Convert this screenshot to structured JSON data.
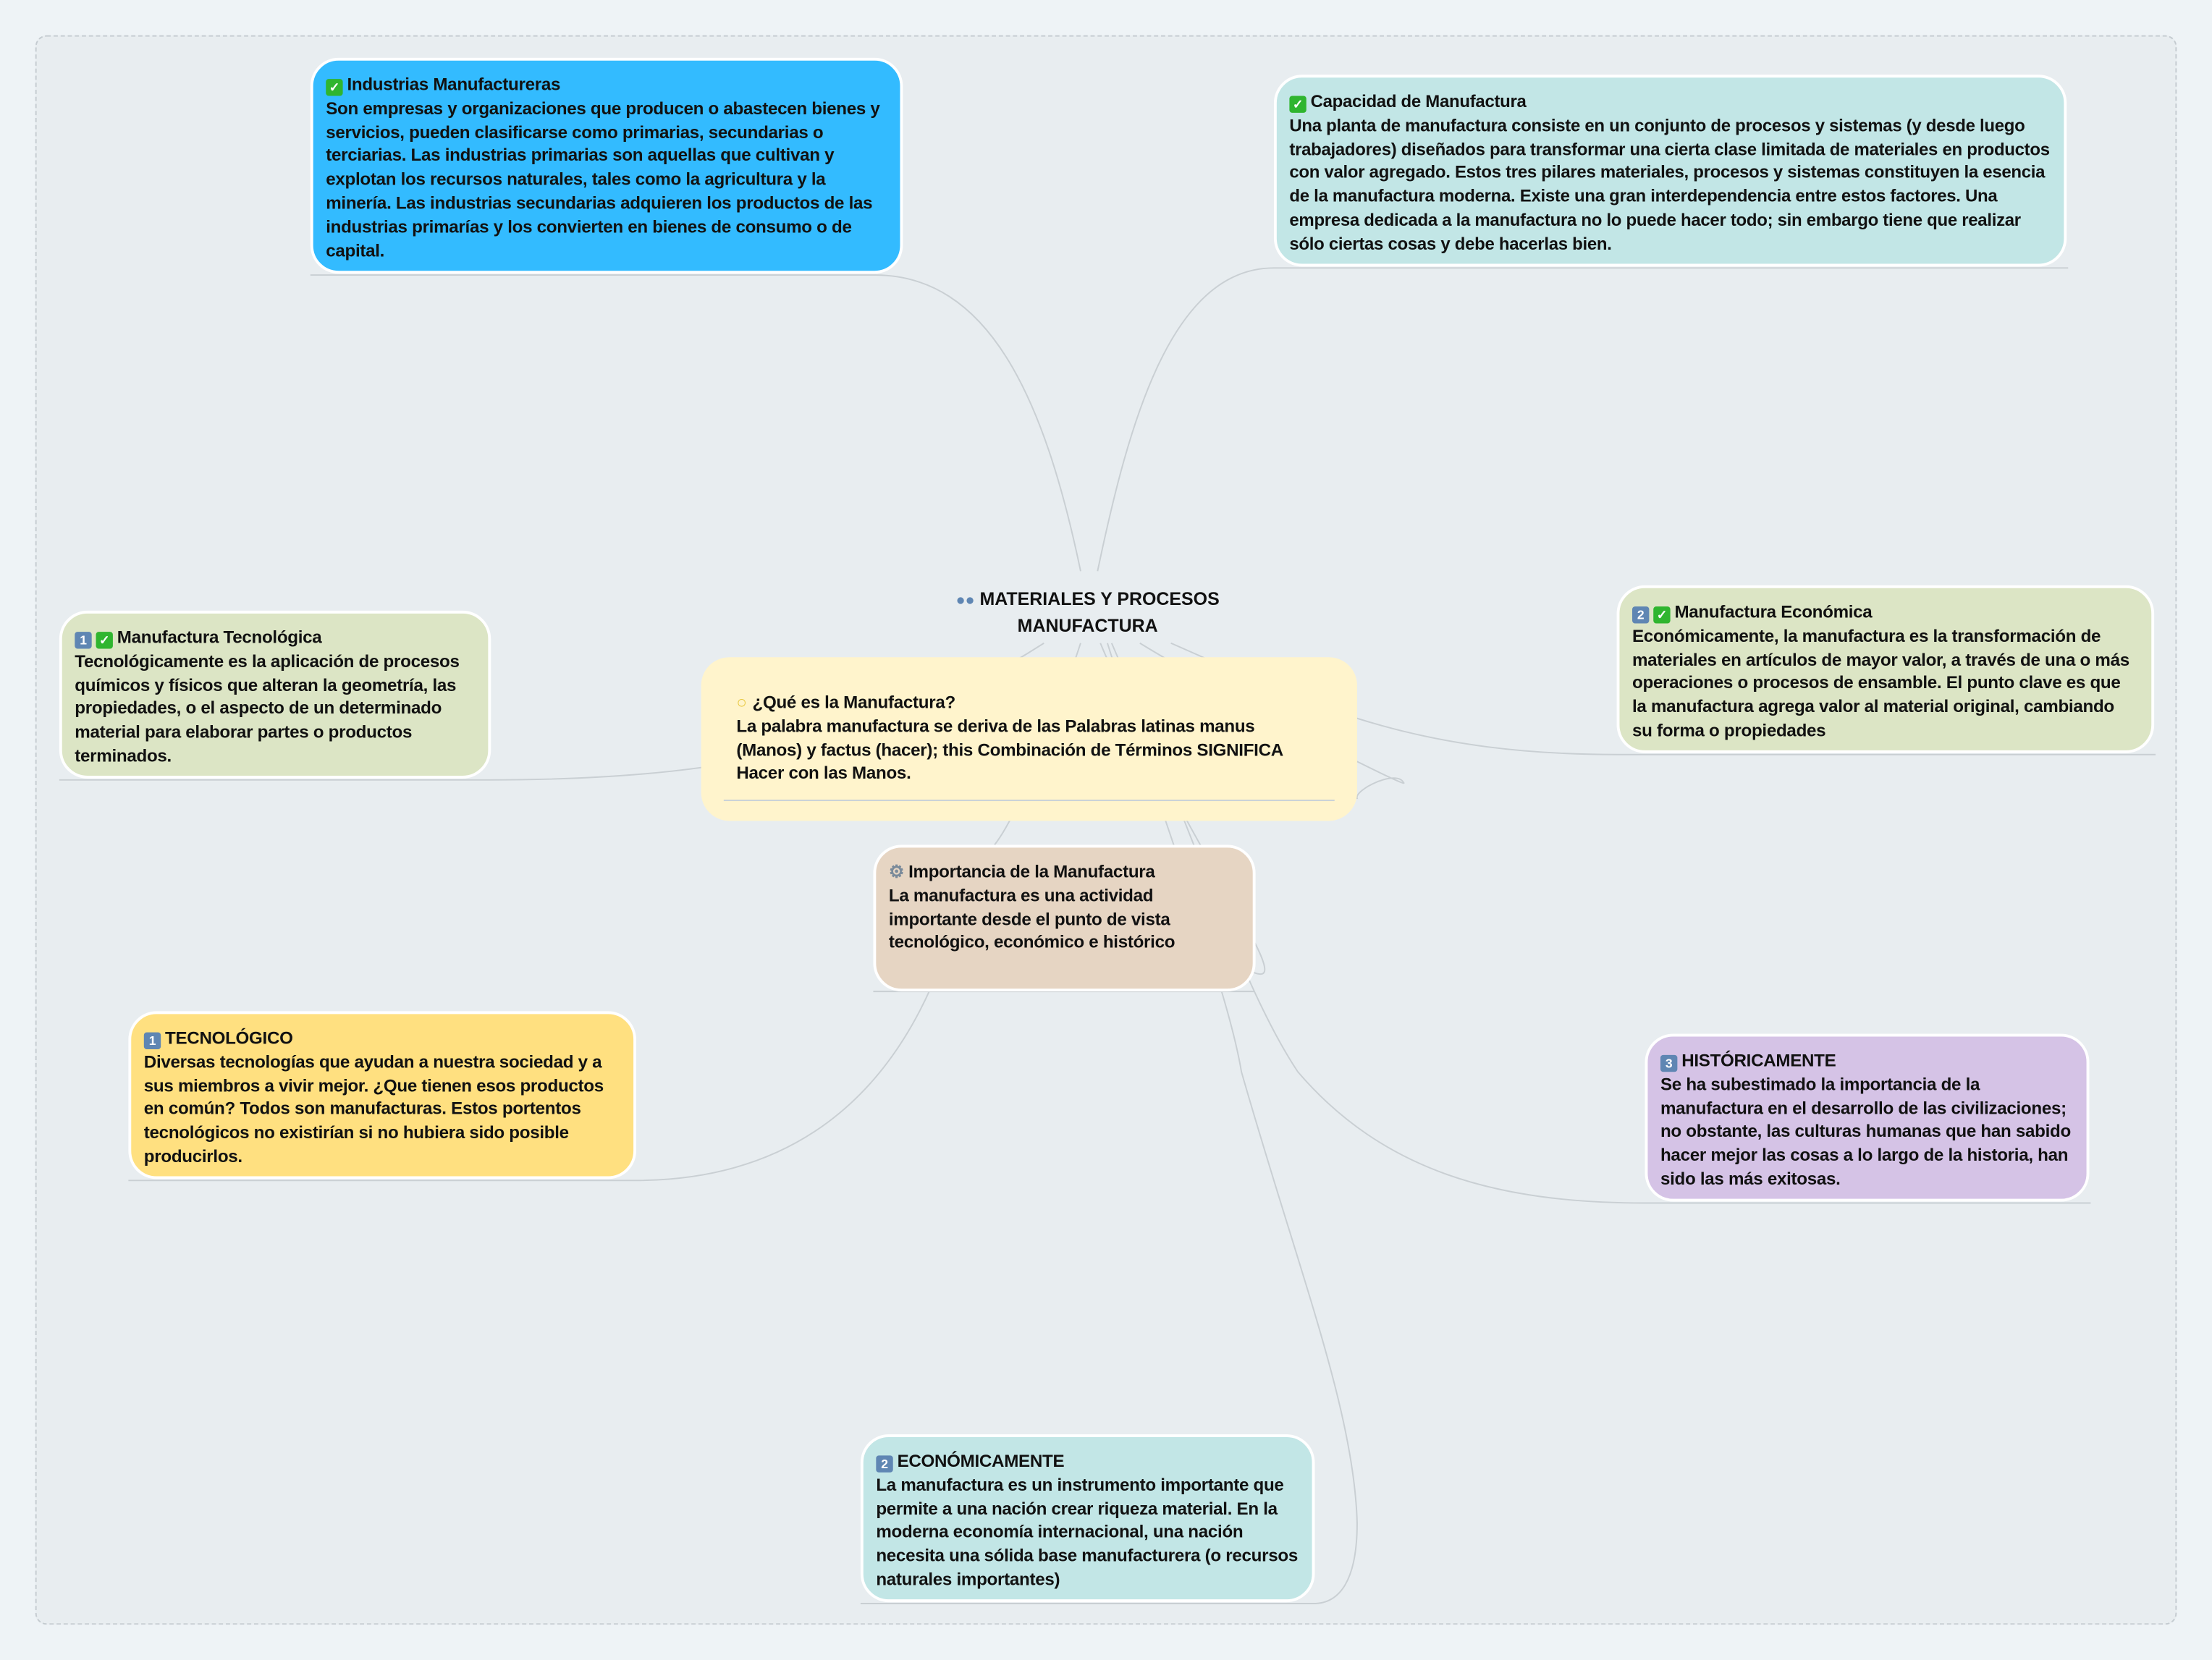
{
  "root": {
    "icon": "people-icon",
    "title": "MATERIALES Y PROCESOS MANUFACTURA"
  },
  "nodes": {
    "industrias": {
      "icon": "check-icon",
      "title": "Industrias Manufactureras",
      "body": "Son empresas y organizaciones que producen o abastecen bienes y servicios, pueden clasificarse como primarias, secundarias o terciarias. Las industrias primarias son aquellas que cultivan y explotan los recursos naturales, tales como la agricultura y la minería. Las industrias secundarias adquieren los productos de las industrias primarías y los convierten en bienes de consumo o de capital.",
      "color": "#33bbff"
    },
    "capacidad": {
      "icon": "check-icon",
      "title": "Capacidad de Manufactura",
      "body": "Una planta de manufactura consiste en un conjunto de procesos y sistemas (y desde luego trabajadores) diseñados para transformar una cierta clase limitada de materiales en productos con valor agregado. Estos tres pilares materiales, procesos y sistemas constituyen la esencia de la manufactura moderna. Existe una gran interdependencia entre estos factores. Una empresa dedicada a la manufactura no lo puede hacer todo; sin embargo tiene que realizar sólo ciertas cosas y debe hacerlas bien.",
      "color": "#c2e6e6"
    },
    "que_es": {
      "icon": "lightbulb-icon",
      "title": "¿Qué es la Manufactura?",
      "body": "La palabra manufactura se deriva  de las Palabras latinas manus (Manos) y factus (hacer); this Combinación de Términos  SIGNIFICA Hacer con las Manos.",
      "color": "#fff4cc"
    },
    "tecnologica": {
      "number": "1",
      "icon": "check-icon",
      "title": "Manufactura Tecnológica",
      "body": "Tecnológicamente es la aplicación de procesos químicos y físicos que alteran la geometría, las propiedades, o el aspecto de un determinado material para elaborar partes o productos terminados.",
      "color": "#dce5c5"
    },
    "economica": {
      "number": "2",
      "icon": "check-icon",
      "title": "Manufactura Económica",
      "body": "Económicamente, la manufactura es la transformación de materiales en artículos de mayor valor, a través de una o más operaciones o procesos de ensamble. El punto clave es que la manufactura agrega valor al material original, cambiando su forma o propiedades",
      "color": "#dce5c5"
    },
    "importancia": {
      "icon": "gear-icon",
      "title": "Importancia de la Manufactura",
      "body": "La manufactura es una actividad importante desde el punto de vista tecnológico, económico e histórico",
      "color": "#e6d5c3"
    },
    "tecnologico": {
      "number": "1",
      "title": "TECNOLÓGICO",
      "body": "Diversas tecnologías que ayudan a nuestra sociedad y a sus miembros a vivir mejor. ¿Que tienen esos productos en común? Todos son manufacturas. Estos portentos tecnológicos no existirían si no hubiera sido posible producirlos.",
      "color": "#ffe080"
    },
    "historicamente": {
      "number": "3",
      "title": "HISTÓRICAMENTE",
      "body": "Se ha subestimado la importancia de la manufactura en el desarrollo de las civilizaciones; no obstante, las culturas humanas que han sabido hacer mejor las cosas a lo largo de la historia, han sido las más exitosas.",
      "color": "#d5c3e6"
    },
    "economicamente": {
      "number": "2",
      "title": "ECONÓMICAMENTE",
      "body": "La manufactura es un instrumento importante que permite a una nación crear riqueza material. En la moderna economía internacional, una nación necesita una sólida base manufacturera (o recursos naturales importantes)",
      "color": "#c2e6e6"
    }
  }
}
